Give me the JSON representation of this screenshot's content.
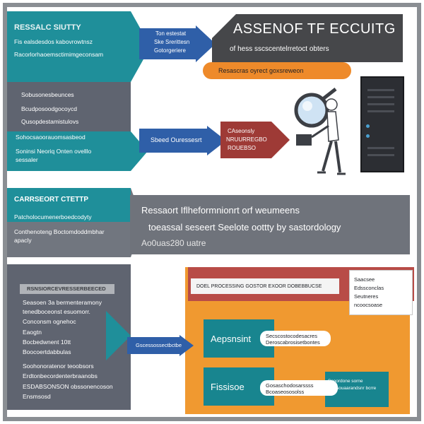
{
  "title": {
    "main": "ASSENOF TF ECCUITG",
    "sub": "of hess sscscentelrretoct obters"
  },
  "orange_pill": "Resascras oyrect goxsreweon",
  "left_top": {
    "header": "RESSALC SIUTTY",
    "lines": [
      "Fis ealsdesdos kabovrowtnsz",
      "Racorlorhaoemsctimimgeconsam"
    ]
  },
  "left_bullets": [
    "Sobusonesbeunces",
    "Bcudposoodgocoycd",
    "Qusopdestamistulovs",
    "Sohocsaoorauomsasbeod"
  ],
  "left_teal_lines": [
    "Soninsi Neoriq Onten ovelllo",
    "sessaler"
  ],
  "arrow_top_label": [
    "Ton estestat",
    "Ske Srerittesn",
    "Gotorgeriere"
  ],
  "arrow_mid_label": "Sbeed Ouressesrt",
  "red_box": [
    "CAseonsly",
    "NRUURREGBO",
    "ROUEBSO"
  ],
  "mid_section": {
    "left_header": "CARRSEORT CTETTP",
    "left_lines": [
      "Patcholocumenerboedcodyty",
      "Conthenoteng Boctomdoddmbhar",
      "apacly"
    ],
    "line1": "Ressaort Iflheformnionrt orf weumeens",
    "line2": "toeassal seseert  Seelote oottty by sastordology",
    "line3": "Ao0uas280 uatre"
  },
  "bottom_left": {
    "header": "RSNSIORCEVRESSERBEECED",
    "lines": [
      "Seasoen 3a bermenteramony",
      "tenedboceonst esuomorr.",
      "Conconsm ognehoc",
      "Eaogtn",
      "Bocbedwnent 10tt",
      "Boocoertdabbulas",
      "Soohonoratenor teoobsors",
      "Erdtonbecordenterbraanobs",
      "ESDABSONSON obssonencoson",
      "Ensmsosd"
    ]
  },
  "bottom_arrow_label": "Gscessossectbctbe",
  "red_strip_text": "DOEL PROCESSING GOSTOR EXOOR DOBEBBUCSE",
  "white_card": [
    "Saacsee",
    "Edssconclas",
    "Seutneres",
    "ncoocsoase"
  ],
  "teal_boxes": [
    {
      "label": "Aepsnsint"
    },
    {
      "label": "Fissisoe"
    }
  ],
  "callouts": [
    [
      "Secscostocodesacres",
      "Deroscabrosisetbontes"
    ],
    [
      "Gosaschodosarssss",
      "Bcoaseososolss"
    ]
  ],
  "bottom_small_box": [
    "Ssoordone sorne",
    "Gocsouaarandsnr bcrre"
  ],
  "colors": {
    "teal": "#1f8f9a",
    "dark_gray": "#5f6470",
    "orange": "#f09930",
    "blue_arrow": "#2f5fa8",
    "brick_red": "#b84c47",
    "title_bg": "#46474a"
  },
  "icons": [
    "magnifier-person-icon",
    "server-rack-icon"
  ]
}
